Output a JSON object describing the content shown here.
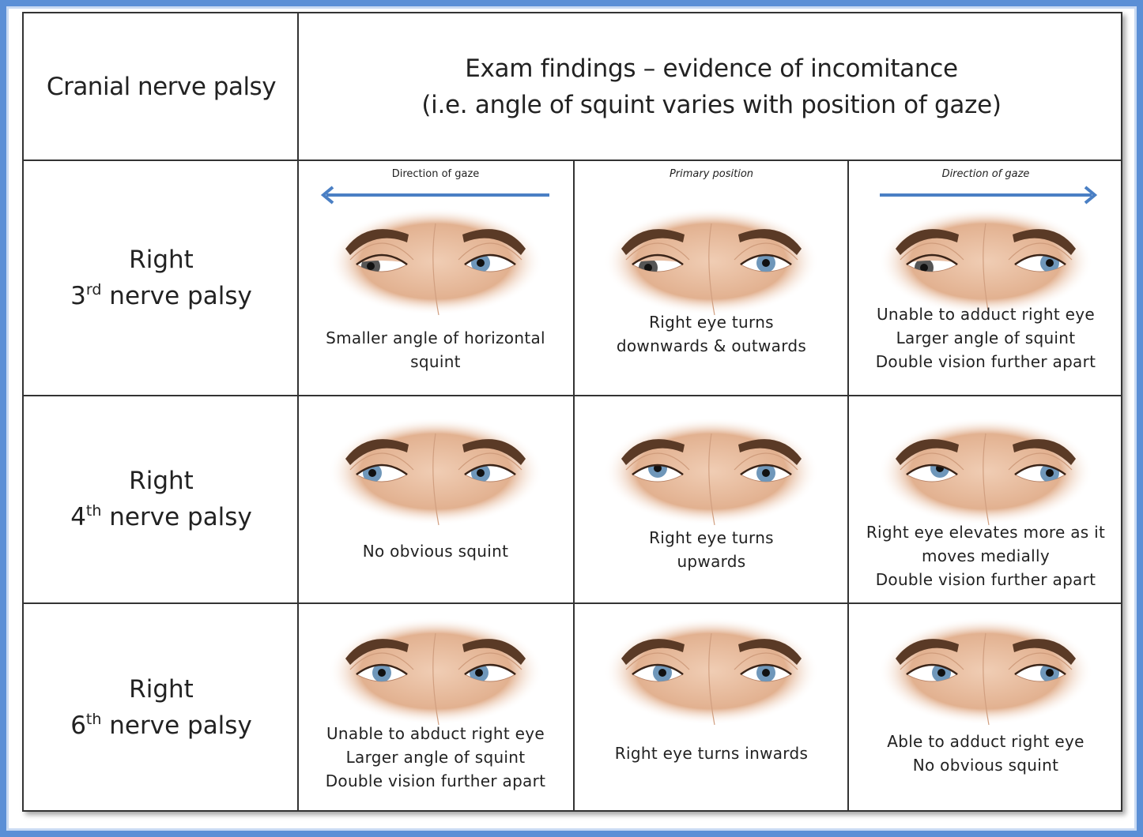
{
  "header": {
    "col1": "Cranial nerve palsy",
    "col2_line1": "Exam findings – evidence of incomitance",
    "col2_line2": "(i.e. angle of squint varies with position of gaze)"
  },
  "gaze_labels": {
    "left": "Direction of gaze",
    "center": "Primary position",
    "right": "Direction of gaze"
  },
  "colors": {
    "frame": "#5b8fd6",
    "arrow": "#4a7fc4",
    "iris": "#6f97ba",
    "brow": "#5a3a26",
    "skin": "#e9b99a"
  },
  "rows": [
    {
      "label_line1": "Right",
      "ordinal_num": "3",
      "ordinal_suffix": "rd",
      "label_rest": " nerve palsy",
      "cells": [
        {
          "lines": [
            "Smaller angle of horizontal",
            "squint"
          ]
        },
        {
          "lines": [
            "Right eye turns",
            "downwards & outwards"
          ]
        },
        {
          "lines": [
            "Unable to adduct right eye",
            "Larger angle of squint",
            "Double vision further apart"
          ]
        }
      ]
    },
    {
      "label_line1": "Right",
      "ordinal_num": "4",
      "ordinal_suffix": "th",
      "label_rest": " nerve palsy",
      "cells": [
        {
          "lines": [
            "No obvious squint"
          ]
        },
        {
          "lines": [
            "Right eye turns",
            "upwards"
          ]
        },
        {
          "lines": [
            "Right eye elevates more as it",
            "moves medially",
            "Double vision further apart"
          ]
        }
      ]
    },
    {
      "label_line1": "Right",
      "ordinal_num": "6",
      "ordinal_suffix": "th",
      "label_rest": " nerve palsy",
      "cells": [
        {
          "lines": [
            "Unable to abduct right eye",
            "Larger angle of squint",
            "Double vision further apart"
          ]
        },
        {
          "lines": [
            "Right eye turns inwards"
          ]
        },
        {
          "lines": [
            "Able to adduct right eye",
            "No obvious squint"
          ]
        }
      ]
    }
  ]
}
